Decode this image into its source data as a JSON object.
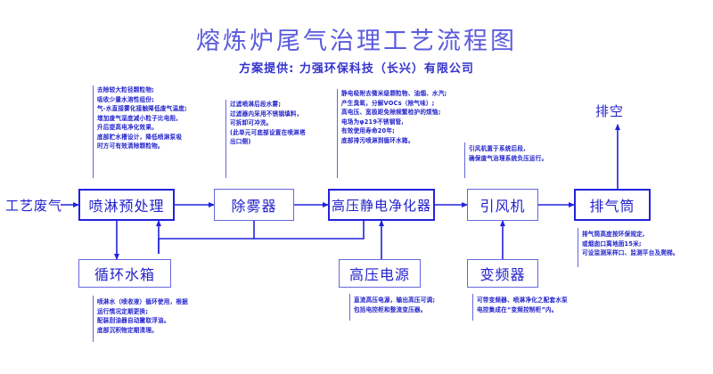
{
  "header": {
    "title": "熔炼炉尾气治理工艺流程图",
    "subtitle": "方案提供: 力强环保科技（长兴）有限公司"
  },
  "flow": {
    "inlet_label": "工艺废气",
    "outlet_label": "排空",
    "steps": [
      {
        "id": "spray",
        "label": "喷淋预处理"
      },
      {
        "id": "demister",
        "label": "除雾器"
      },
      {
        "id": "esp",
        "label": "高压静电净化器"
      },
      {
        "id": "fan",
        "label": "引风机"
      },
      {
        "id": "stack",
        "label": "排气筒"
      }
    ],
    "auxiliary": [
      {
        "id": "watertank",
        "label": "循环水箱"
      },
      {
        "id": "hvpower",
        "label": "高压电源"
      },
      {
        "id": "vfd",
        "label": "变频器"
      }
    ]
  },
  "notes": {
    "spray": [
      "去除较大粒径颗粒物;",
      "吸收少量水溶性组份;",
      "气-水直接雾化接触降低废气温度;",
      "增加废气湿度减小粒子比电阻,",
      "升后提高电净化效果。",
      "底部贮水槽设计，降低喷淋泵吸",
      "时方可有效清除颗粒物。"
    ],
    "demister": [
      "过滤喷淋后段水雾;",
      "过滤器内采用不锈钢填料，",
      "可拆卸可冲洗。",
      "(此单元可底部设置在喷淋塔",
      "出口侧)"
    ],
    "esp": [
      "静电吸附去微米级颗粒物、油烟、水汽;",
      "产生臭氧，分解VOCs（除气味）;",
      "高电压、宽极距免除频繁检护的烦恼;",
      "电场为φ219不锈钢管,",
      "有效使用寿命20年;",
      "底部排污喷淋到循环水箱。"
    ],
    "fan": [
      "引风机置于系统后段,",
      "确保废气治理系统负压运行。"
    ],
    "stack": [
      "排气筒高度按环保规定,",
      "或烟囱口离地面15米;",
      "可设监测采样口、监测平台及爬梯。"
    ],
    "watertank": [
      "喷淋水（喷收液）循环使用，根据",
      "运行情况定期更换;",
      "配装刮油器自动撇取浮油。",
      "底部沉积物定期清理。"
    ],
    "hvpower": [
      "直流高压电源，输出高压可调;",
      "包括电控柜和整流变压器。"
    ],
    "vfd": [
      "可带变频器、喷淋净化之配套水泵",
      "电控集成在“变频控制柜”内。"
    ]
  },
  "colors": {
    "line": "#2222dd",
    "note_rule": "#6666dd",
    "text": "#2222cc",
    "title": "#5b5bdd"
  }
}
